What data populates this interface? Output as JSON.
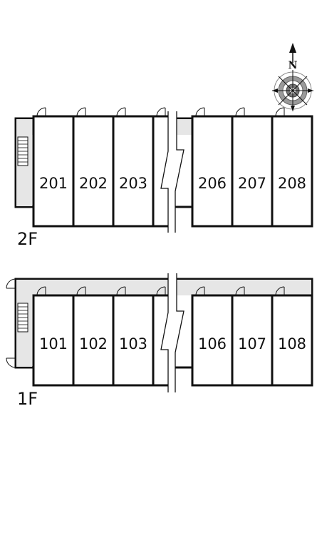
{
  "compass": {
    "north_label": "N",
    "icon": "compass-rose-icon"
  },
  "floors": [
    {
      "label": "2F",
      "units": [
        "201",
        "202",
        "203",
        "",
        "206",
        "207",
        "208"
      ]
    },
    {
      "label": "1F",
      "units": [
        "101",
        "102",
        "103",
        "",
        "106",
        "107",
        "108"
      ]
    }
  ],
  "colors": {
    "line": "#111111",
    "corridor": "#e6e6e6",
    "unit_fill": "#ffffff",
    "background": "#ffffff"
  }
}
